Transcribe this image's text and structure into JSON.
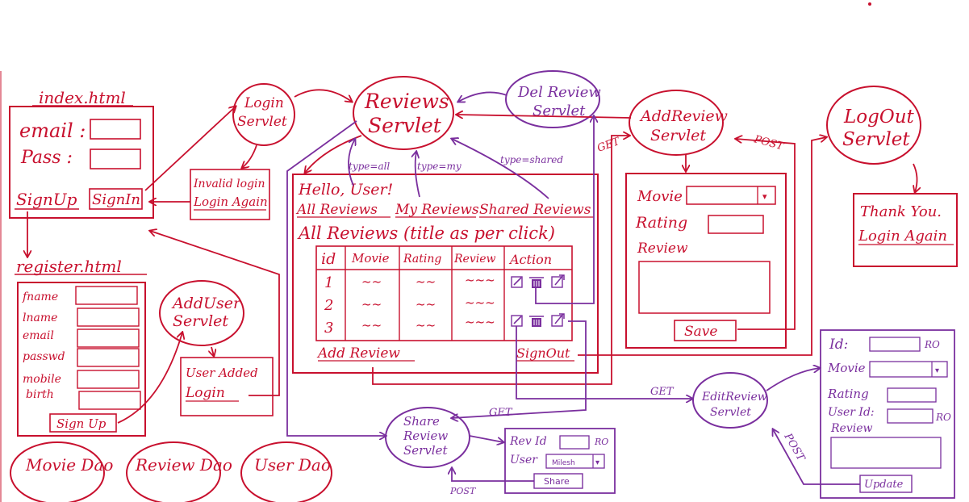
{
  "colors": {
    "red": "#c8102e",
    "purple": "#7a2f9e"
  },
  "index_page": {
    "title": "index.html",
    "email_label": "email :",
    "pass_label": "Pass :",
    "signup_link": "SignUp",
    "signin_button": "SignIn"
  },
  "login_servlet": {
    "line1": "Login",
    "line2": "Servlet"
  },
  "invalid_login": {
    "line1": "Invalid login",
    "line2": "Login Again"
  },
  "register_page": {
    "title": "register.html",
    "fields": [
      "fname",
      "lname",
      "email",
      "passwd",
      "mobile",
      "birth"
    ],
    "signup_button": "Sign Up"
  },
  "adduser_servlet": {
    "line1": "AddUser",
    "line2": "Servlet"
  },
  "user_added": {
    "line1": "User Added",
    "line2": "Login"
  },
  "reviews_servlet": {
    "line1": "Reviews",
    "line2": "Servlet"
  },
  "param_labels": {
    "all": "type=all",
    "my": "type=my",
    "shared": "type=shared"
  },
  "reviews_page": {
    "greeting": "Hello, User!",
    "tabs": [
      "All Reviews",
      "My Reviews",
      "Shared Reviews"
    ],
    "heading": "All Reviews (title as per click)",
    "columns": [
      "id",
      "Movie",
      "Rating",
      "Review",
      "Action"
    ],
    "rows": [
      {
        "id": "1",
        "movie": "~~",
        "rating": "~~",
        "review": "~~~"
      },
      {
        "id": "2",
        "movie": "~~",
        "rating": "~~",
        "review": "~~~"
      },
      {
        "id": "3",
        "movie": "~~",
        "rating": "~~",
        "review": "~~~"
      }
    ],
    "add_review_link": "Add Review",
    "signout_link": "SignOut"
  },
  "del_review_servlet": {
    "line1": "Del Review",
    "line2": "Servlet"
  },
  "addreview_servlet": {
    "line1": "AddReview",
    "line2": "Servlet"
  },
  "addreview_form": {
    "movie_label": "Movie",
    "rating_label": "Rating",
    "review_label": "Review",
    "save_button": "Save"
  },
  "logout_servlet": {
    "line1": "LogOut",
    "line2": "Servlet"
  },
  "thank_you": {
    "line1": "Thank You.",
    "line2": "Login Again"
  },
  "share_servlet": {
    "line1": "Share",
    "line2": "Review",
    "line3": "Servlet"
  },
  "share_form": {
    "revid_label": "Rev Id",
    "ro_label": "RO",
    "user_label": "User",
    "user_value": "Milesh",
    "share_button": "Share"
  },
  "edit_servlet": {
    "line1": "EditReview",
    "line2": "Servlet"
  },
  "edit_form": {
    "id_label": "Id:",
    "ro1": "RO",
    "movie_label": "Movie",
    "rating_label": "Rating",
    "userid_label": "User Id:",
    "ro2": "RO",
    "review_label": "Review",
    "update_button": "Update"
  },
  "arrow_labels": {
    "get1": "GET",
    "post1": "POST",
    "get2": "GET",
    "get3": "GET",
    "post2": "POST",
    "post3": "POST"
  },
  "daos": [
    "Movie Dao",
    "Review Dao",
    "User Dao"
  ]
}
